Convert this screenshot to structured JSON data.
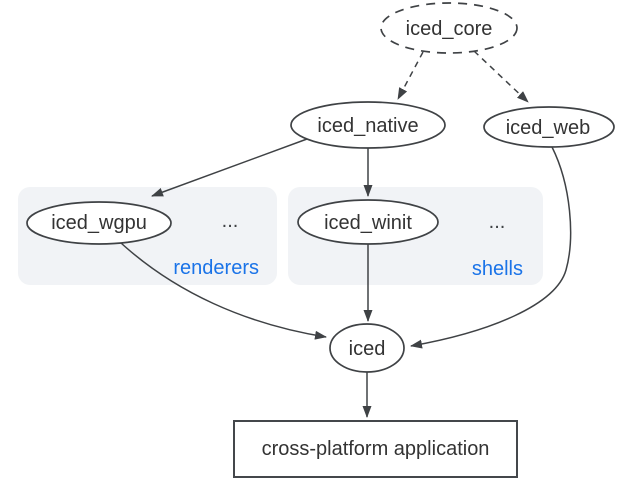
{
  "diagram": {
    "colors": {
      "background": "#ffffff",
      "node_fill": "#ffffff",
      "stroke": "#3f4245",
      "text": "#333333",
      "group_fill": "#f1f3f6",
      "group_label_blue": "#1a73e8"
    },
    "nodes": {
      "iced_core": {
        "label": "iced_core",
        "shape": "ellipse",
        "border": "dashed"
      },
      "iced_native": {
        "label": "iced_native",
        "shape": "ellipse",
        "border": "solid"
      },
      "iced_web": {
        "label": "iced_web",
        "shape": "ellipse",
        "border": "solid"
      },
      "iced_wgpu": {
        "label": "iced_wgpu",
        "shape": "ellipse",
        "border": "solid"
      },
      "iced_winit": {
        "label": "iced_winit",
        "shape": "ellipse",
        "border": "solid"
      },
      "iced": {
        "label": "iced",
        "shape": "ellipse",
        "border": "solid"
      },
      "app": {
        "label": "cross-platform application",
        "shape": "rect",
        "border": "solid"
      }
    },
    "groups": {
      "renderers": {
        "label": "renderers",
        "ellipsis": "...",
        "members": [
          "iced_wgpu"
        ]
      },
      "shells": {
        "label": "shells",
        "ellipsis": "...",
        "members": [
          "iced_winit"
        ]
      }
    },
    "edges": [
      {
        "from": "iced_core",
        "to": "iced_native",
        "style": "dashed"
      },
      {
        "from": "iced_core",
        "to": "iced_web",
        "style": "dashed"
      },
      {
        "from": "iced_native",
        "to": "iced_wgpu",
        "style": "solid"
      },
      {
        "from": "iced_native",
        "to": "iced_winit",
        "style": "solid"
      },
      {
        "from": "iced_wgpu",
        "to": "iced",
        "style": "solid"
      },
      {
        "from": "iced_winit",
        "to": "iced",
        "style": "solid"
      },
      {
        "from": "iced_web",
        "to": "iced",
        "style": "solid"
      },
      {
        "from": "iced",
        "to": "app",
        "style": "solid"
      }
    ]
  }
}
